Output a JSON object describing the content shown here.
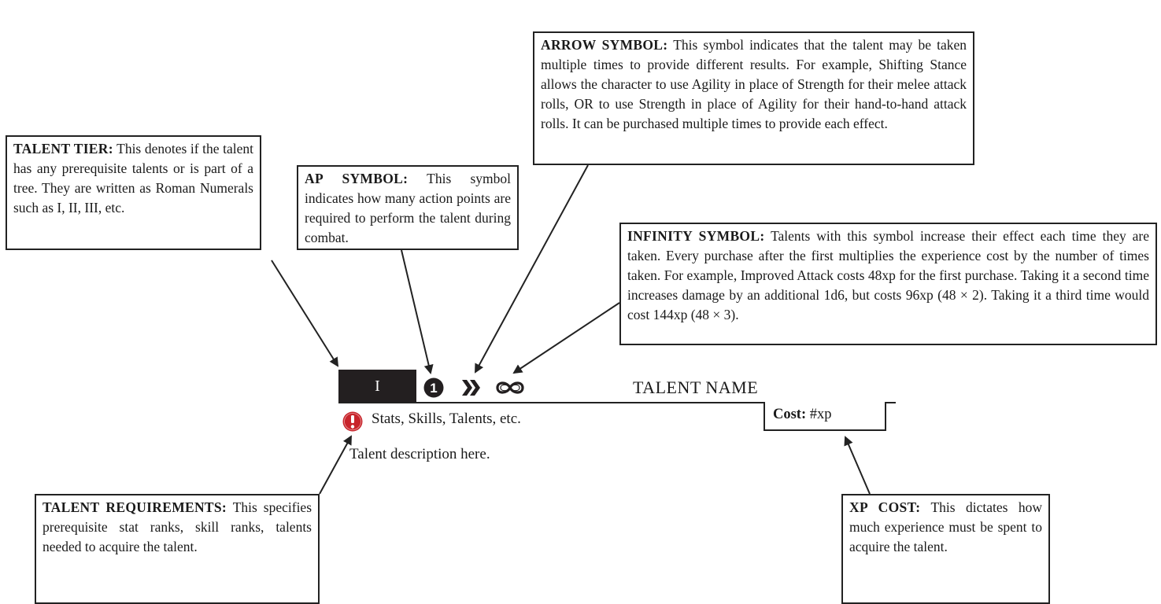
{
  "callouts": {
    "tier": {
      "heading": "TALENT TIER:",
      "body": "This denotes if the talent has any prerequisite talents or is part of a tree. They are written as Roman Numerals such as I, II, III, etc."
    },
    "ap": {
      "heading": "AP SYMBOL:",
      "body": "This symbol indicates how many action points are required to perform the talent during combat."
    },
    "arrow": {
      "heading": "ARROW SYMBOL:",
      "body": "This symbol indicates that the talent may be taken multiple times to provide different results. For example, Shifting Stance allows the character to use Agility in place of Strength for their melee attack rolls, OR to use Strength in place of Agility for their hand-to-hand attack rolls. It can be purchased multiple times to provide each effect."
    },
    "infinity": {
      "heading": "INFINITY SYMBOL:",
      "body": "Talents with this symbol increase their effect each time they are taken. Every purchase after the first multiplies the experience cost by the number of times taken. For example, Improved Attack costs 48xp for the first purchase. Taking it a second time increases damage by an additional 1d6, but costs 96xp (48 × 2). Taking it a third time would cost 144xp (48 × 3)."
    },
    "requirements": {
      "heading": "TALENT REQUIREMENTS:",
      "body": "This specifies prerequisite stat ranks, skill ranks, talents needed to acquire the talent."
    },
    "xp": {
      "heading": "XP COST:",
      "body": "This dictates how much experience must be spent to acquire the talent."
    }
  },
  "talent": {
    "tier": "I",
    "ap_value": "1",
    "name": "TALENT NAME",
    "requirements": "Stats, Skills, Talents, etc.",
    "cost_label": "Cost:",
    "cost_value": "#xp",
    "description": "Talent description here."
  },
  "icons": {
    "ap": "ap-circle-icon",
    "arrow": "double-chevron-icon",
    "infinity": "infinity-icon",
    "requirement": "warning-icon"
  },
  "colors": {
    "tier_block": "#231f20",
    "warning": "#c8242b",
    "ink": "#222222"
  }
}
